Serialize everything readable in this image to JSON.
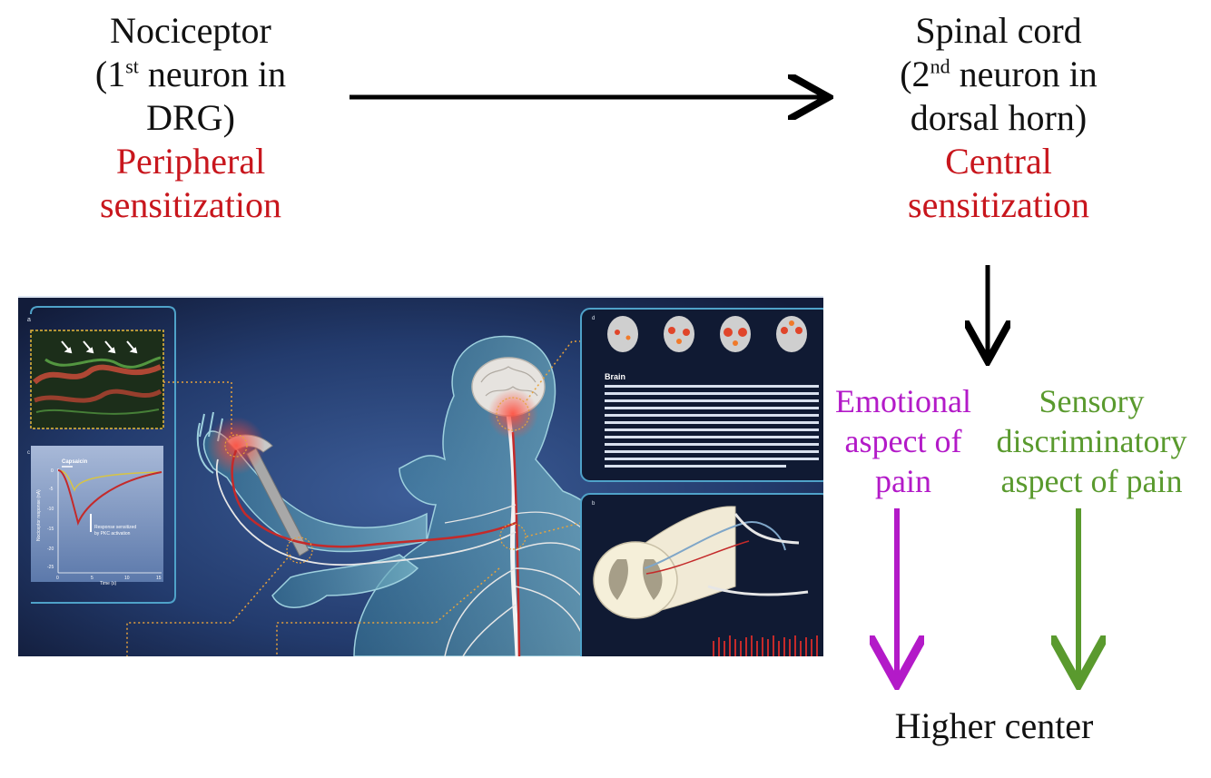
{
  "nociceptor": {
    "title": "Nociceptor",
    "line2_open": "(1",
    "line2_sup": "st",
    "line2_rest": " neuron in",
    "line3": "DRG)",
    "sens1": "Peripheral",
    "sens2": "sensitization"
  },
  "spinal": {
    "title": "Spinal cord",
    "line2_open": "(2",
    "line2_sup": "nd",
    "line2_rest": "  neuron in",
    "line3": "dorsal horn)",
    "sens1": "Central",
    "sens2": "sensitization"
  },
  "emotional": {
    "line1": "Emotional",
    "line2": "aspect of",
    "line3": "pain"
  },
  "sensory": {
    "line1": "Sensory",
    "line2": "discriminatory",
    "line3": "aspect of pain"
  },
  "higher": "Higher center",
  "figure": {
    "panel_a": "a",
    "panel_c": "c",
    "panel_d": "d",
    "panel_b": "b",
    "trace_label": "Capsaicin",
    "response_label": "Response sensitized",
    "response_label2": "by PKC activation",
    "y_axis": "Nociceptor response (nA)",
    "x_axis": "Time (s)",
    "x_ticks": [
      "0",
      "5",
      "10",
      "15"
    ],
    "y_ticks": [
      "0",
      "-5",
      "-10",
      "-15",
      "-20",
      "-25"
    ],
    "brain_title": "Brain"
  },
  "colors": {
    "red": "#c8161d",
    "purple": "#b31ac8",
    "green": "#5a9a2e",
    "navy": "#1c2a52"
  }
}
